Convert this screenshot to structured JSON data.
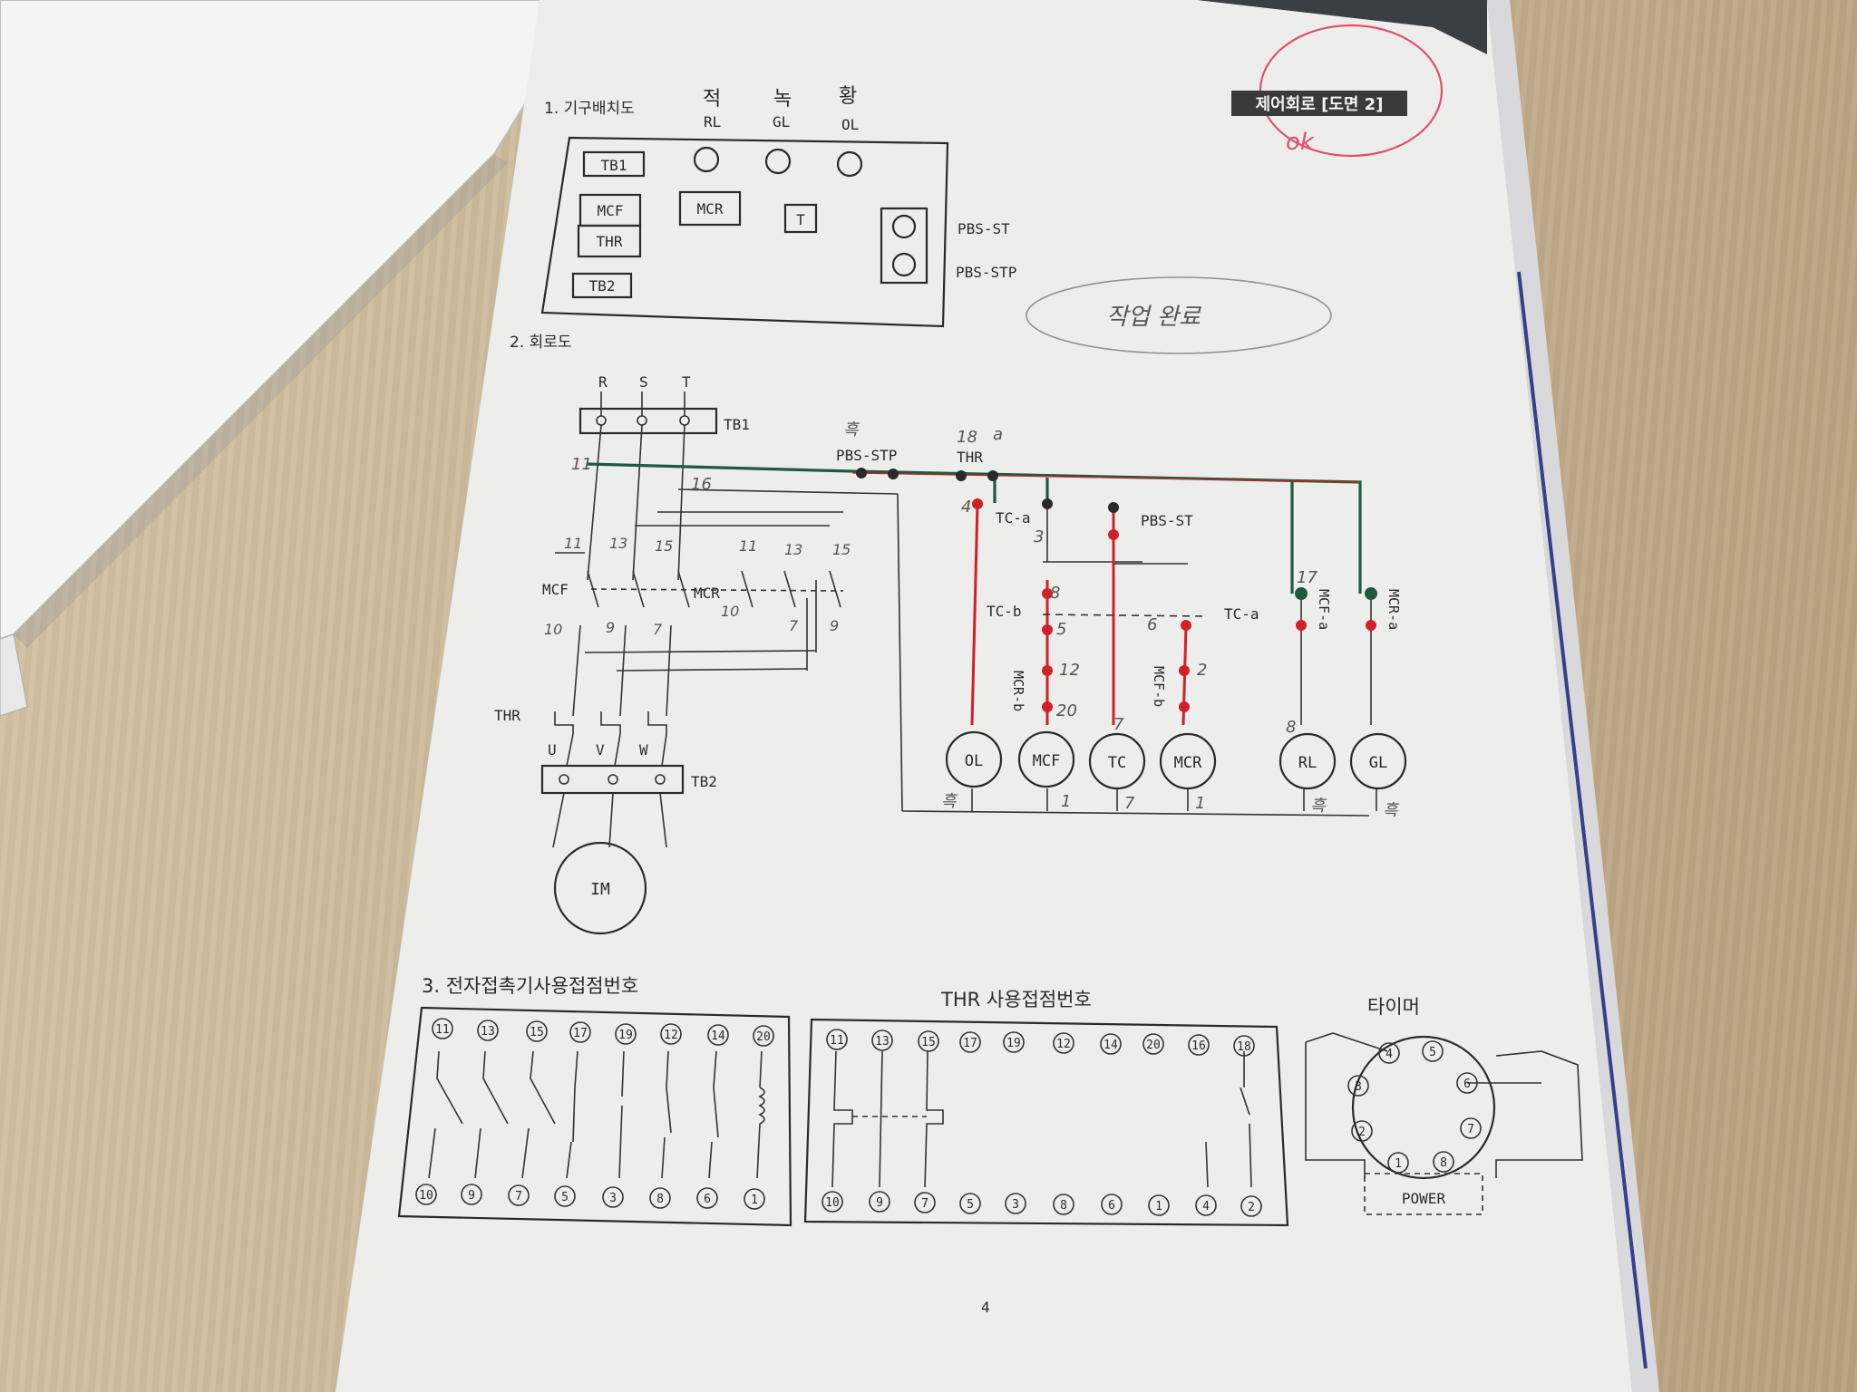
{
  "header": {
    "badge_title": "제어회로 [도면 2]",
    "stamp_note": "ok",
    "page_number": "4"
  },
  "section1": {
    "title": "1. 기구배치도",
    "lamp_marks": [
      "적",
      "녹",
      "황"
    ],
    "lamps": [
      "RL",
      "GL",
      "OL"
    ],
    "boxes": [
      "TB1",
      "MCF",
      "THR",
      "TB2",
      "MCR",
      "T"
    ],
    "buttons": [
      "PBS-ST",
      "PBS-STP"
    ],
    "handwritten_note": "작업 완료"
  },
  "section2": {
    "title": "2. 회로도",
    "phases": [
      "R",
      "S",
      "T"
    ],
    "tb1": "TB1",
    "tb2": "TB2",
    "contactors": [
      "MCF",
      "MCR"
    ],
    "thr": "THR",
    "uvw": [
      "U",
      "V",
      "W"
    ],
    "motor": "IM",
    "pbs_stp": "PBS-STP",
    "thr_contact": "THR",
    "tc_a": "TC-a",
    "pbs_st": "PBS-ST",
    "tc_b": "TC-b",
    "tc_a2": "TC-a",
    "mcr_b": "MCR-b",
    "mcf_b": "MCF-b",
    "mcf_a": "MCF-a",
    "mcr_a": "MCR-a",
    "loads": [
      "OL",
      "MCF",
      "TC",
      "MCR",
      "RL",
      "GL"
    ],
    "main_wire_labels": [
      "11",
      "13",
      "15",
      "11",
      "13",
      "15"
    ],
    "lower_wire_labels": [
      "10",
      "9",
      "7",
      "10",
      "7",
      "9"
    ],
    "node_labels": [
      "11",
      "16",
      "흑",
      "4",
      "18",
      "a",
      "3",
      "8",
      "5",
      "12",
      "20",
      "6",
      "2",
      "7",
      "8",
      "17"
    ],
    "hand_bottom": [
      "흑",
      "1",
      "7",
      "1",
      "흑",
      "흑"
    ]
  },
  "section3": {
    "title": "3. 전자접촉기사용접점번호",
    "thr_title": "THR 사용접점번호",
    "timer_title": "타이머",
    "mc_top_pins": [
      "11",
      "13",
      "15",
      "17",
      "19",
      "12",
      "14",
      "20"
    ],
    "mc_bottom_pins": [
      "10",
      "9",
      "7",
      "5",
      "3",
      "8",
      "6",
      "1"
    ],
    "thr_top_pins": [
      "11",
      "13",
      "15",
      "17",
      "19",
      "12",
      "14",
      "20",
      "16",
      "18"
    ],
    "thr_bottom_pins": [
      "10",
      "9",
      "7",
      "5",
      "3",
      "8",
      "6",
      "1",
      "4",
      "2"
    ],
    "timer_pins": [
      "1",
      "2",
      "3",
      "4",
      "5",
      "6",
      "7",
      "8"
    ],
    "timer_power": "POWER"
  }
}
